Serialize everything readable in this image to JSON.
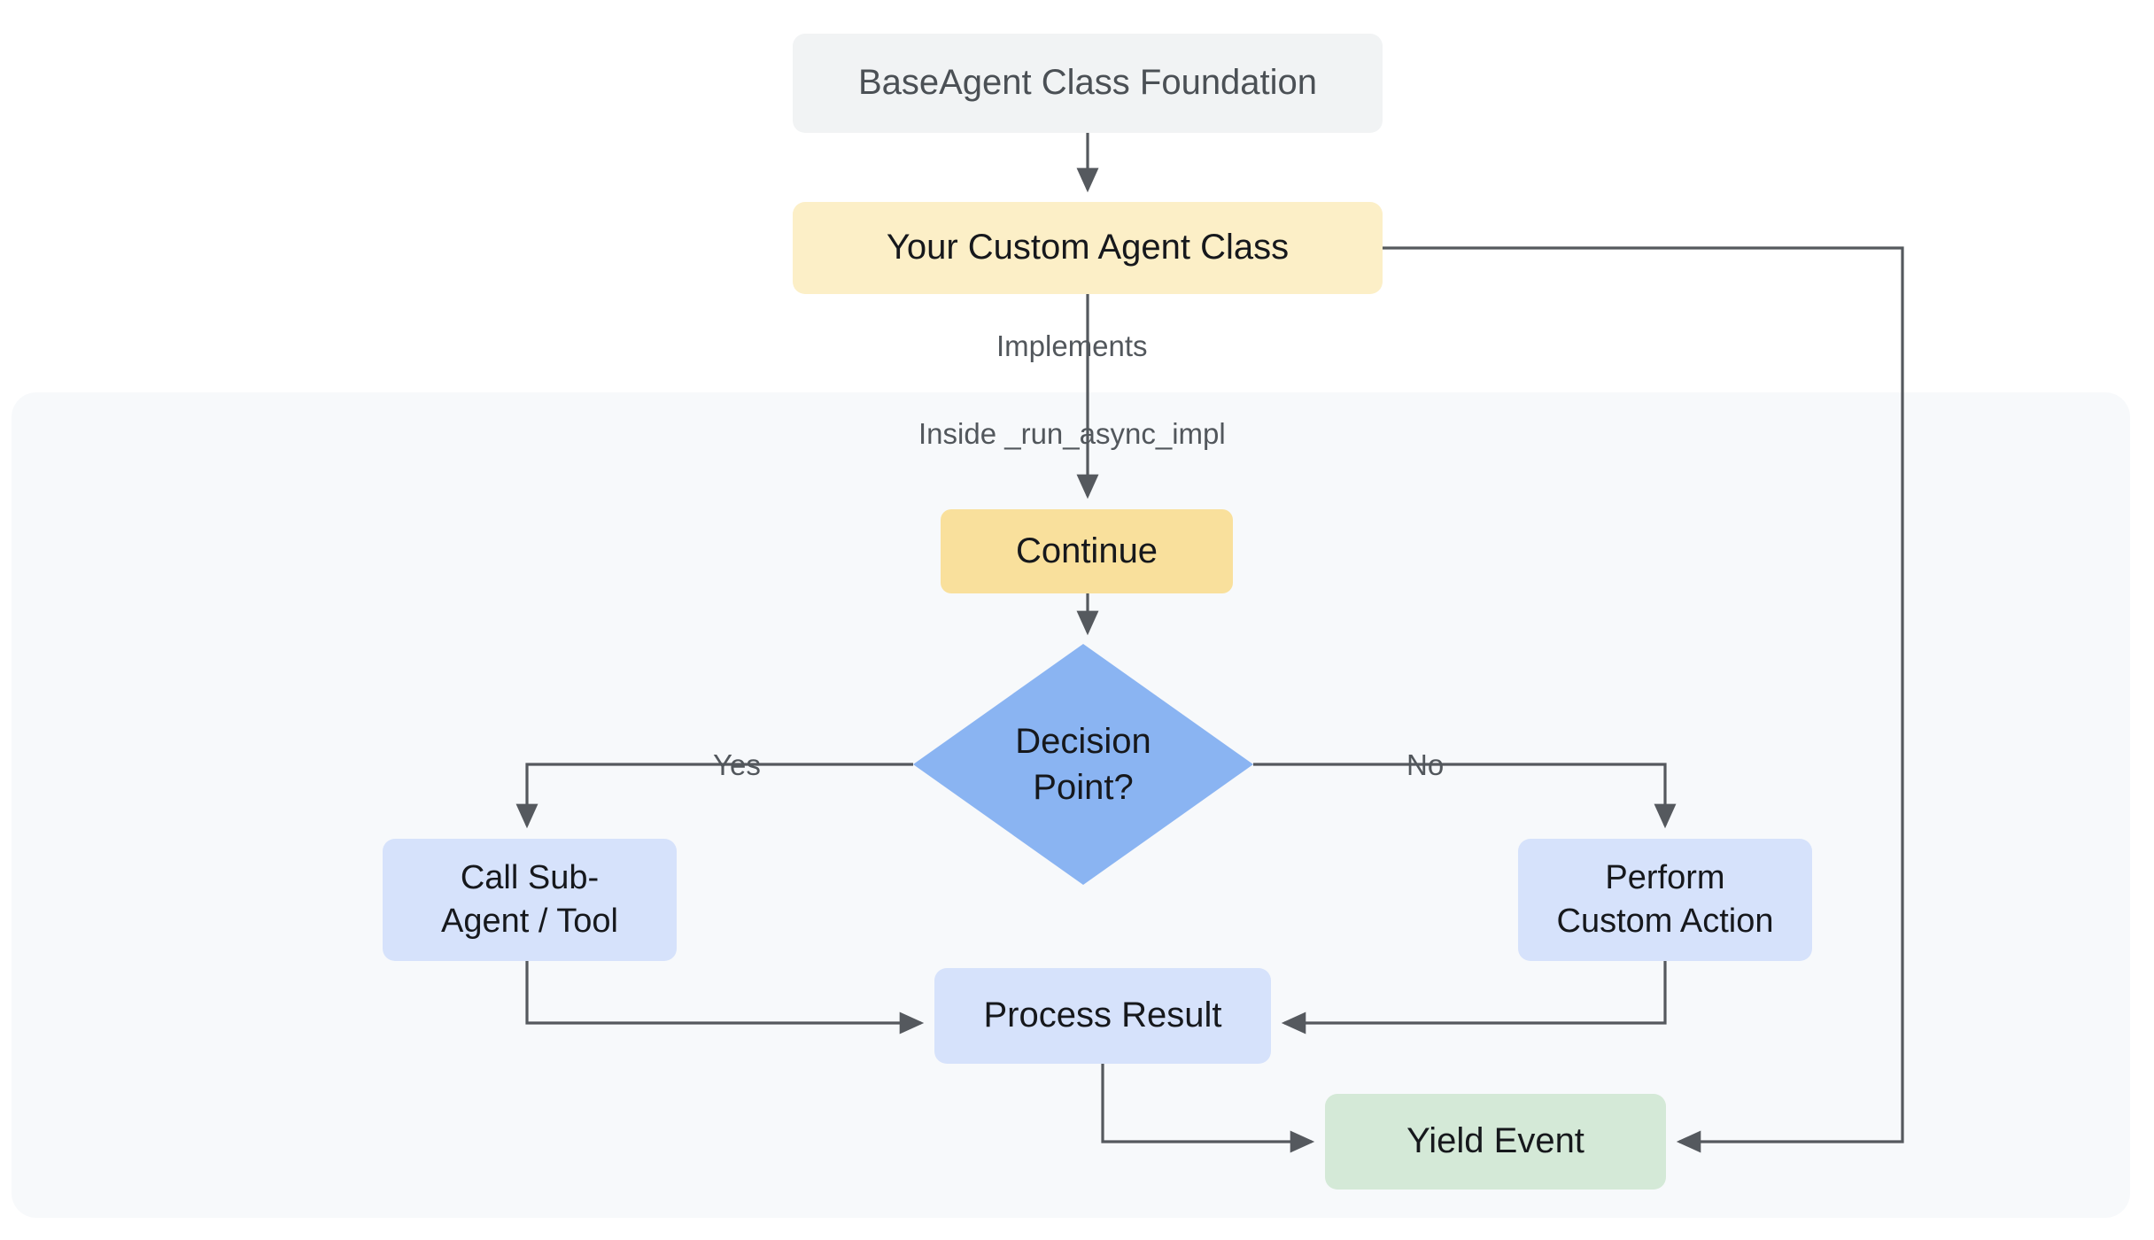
{
  "diagram": {
    "title_node": "BaseAgent Class Foundation",
    "colors": {
      "canvas_bg": "#ffffff",
      "subgraph_bg": "#f7f9fb",
      "foundation_fill": "#f1f3f4",
      "custom_class_fill": "#fcefc7",
      "continue_fill": "#f9e09c",
      "decision_fill": "#8ab4f2",
      "action_fill": "#d6e2fb",
      "yield_fill": "#d4e9d7",
      "edge_stroke": "#55595e",
      "text_dark": "#16181c",
      "text_muted": "#52575c"
    },
    "nodes": {
      "base_agent": "BaseAgent Class Foundation",
      "custom_agent": "Your Custom Agent Class",
      "continue": "Continue",
      "decision": "Decision\nPoint?",
      "call_sub_agent": "Call Sub-\nAgent / Tool",
      "perform_custom_action": "Perform\nCustom Action",
      "process_result": "Process Result",
      "yield_event": "Yield Event"
    },
    "edge_labels": {
      "implements": "Implements",
      "inside_run_async_impl": "Inside _run_async_impl",
      "yes": "Yes",
      "no": "No"
    }
  },
  "chart_data": {
    "type": "diagram",
    "subtype": "flowchart",
    "direction": "top-down",
    "title": "BaseAgent custom agent flow",
    "nodes": [
      {
        "id": "base_agent",
        "label": "BaseAgent Class Foundation",
        "shape": "rounded-rect",
        "fill": "#f1f3f4"
      },
      {
        "id": "custom_agent",
        "label": "Your Custom Agent Class",
        "shape": "rounded-rect",
        "fill": "#fcefc7"
      },
      {
        "id": "continue",
        "label": "Continue",
        "shape": "rounded-rect",
        "fill": "#f9e09c"
      },
      {
        "id": "decision",
        "label": "Decision Point?",
        "shape": "diamond",
        "fill": "#8ab4f2"
      },
      {
        "id": "call_sub_agent",
        "label": "Call Sub-Agent / Tool",
        "shape": "rounded-rect",
        "fill": "#d6e2fb"
      },
      {
        "id": "perform_custom_action",
        "label": "Perform Custom Action",
        "shape": "rounded-rect",
        "fill": "#d6e2fb"
      },
      {
        "id": "process_result",
        "label": "Process Result",
        "shape": "rounded-rect",
        "fill": "#d6e2fb"
      },
      {
        "id": "yield_event",
        "label": "Yield Event",
        "shape": "rounded-rect",
        "fill": "#d4e9d7"
      }
    ],
    "edges": [
      {
        "from": "base_agent",
        "to": "custom_agent",
        "label": ""
      },
      {
        "from": "custom_agent",
        "to": "continue",
        "label": "Implements / Inside _run_async_impl"
      },
      {
        "from": "continue",
        "to": "decision",
        "label": ""
      },
      {
        "from": "decision",
        "to": "call_sub_agent",
        "label": "Yes"
      },
      {
        "from": "decision",
        "to": "perform_custom_action",
        "label": "No"
      },
      {
        "from": "call_sub_agent",
        "to": "process_result",
        "label": ""
      },
      {
        "from": "perform_custom_action",
        "to": "process_result",
        "label": ""
      },
      {
        "from": "process_result",
        "to": "yield_event",
        "label": ""
      },
      {
        "from": "custom_agent",
        "to": "yield_event",
        "label": ""
      }
    ],
    "containers": [
      {
        "id": "run_async_impl_scope",
        "label": "",
        "contains": [
          "continue",
          "decision",
          "call_sub_agent",
          "perform_custom_action",
          "process_result",
          "yield_event"
        ]
      }
    ]
  }
}
